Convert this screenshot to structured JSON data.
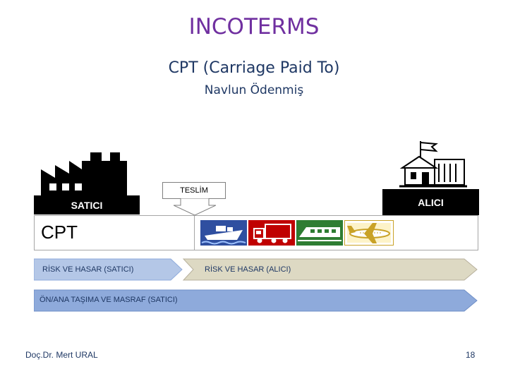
{
  "title": "INCOTERMS",
  "subtitle": "CPT (Carriage Paid To)",
  "subtitle_tr": "Navlun Ödenmiş",
  "seller_label": "SATICI",
  "buyer_label": "ALICI",
  "delivery_label": "TESLİM",
  "term_label": "CPT",
  "risk_seller": "RİSK VE HASAR (SATICI)",
  "risk_buyer": "RİSK VE HASAR (ALICI)",
  "carriage_cost": "ÖN/ANA TAŞIMA VE MASRAF (SATICI)",
  "footer": {
    "author": "Doç.Dr. Mert URAL",
    "page": "18"
  },
  "icons": [
    "factory-icon",
    "warehouse-icon",
    "ship-icon",
    "truck-icon",
    "train-icon",
    "airplane-icon"
  ],
  "colors": {
    "title": "#7030a0",
    "text": "#1f3864",
    "seller_risk": "#b4c7e7",
    "buyer_risk": "#ddd9c3",
    "carriage": "#8eaadb",
    "ship_box": "#2f4fa0",
    "truck_box": "#c00000",
    "train_box": "#2e7d32",
    "plane_box": "#c9a227"
  }
}
